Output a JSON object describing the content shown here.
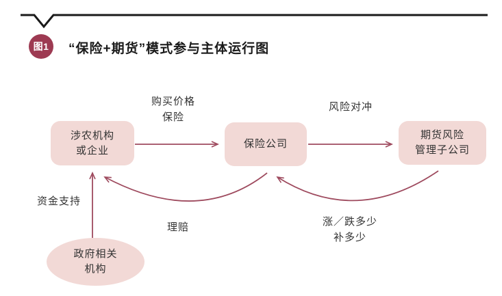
{
  "header": {
    "figure_badge": "图1",
    "title": "“保险+期货”模式参与主体运行图"
  },
  "colors": {
    "accent": "#9d3a52",
    "arrow": "#9e4a5e",
    "node_fill": "#f2d9d6",
    "rule": "#1a1a1a",
    "label_text": "#333333"
  },
  "diagram": {
    "node_agri": {
      "line1": "涉农机构",
      "line2": "或企业"
    },
    "node_insurer": {
      "line1": "保险公司"
    },
    "node_futures": {
      "line1": "期货风险",
      "line2": "管理子公司"
    },
    "node_gov": {
      "line1": "政府相关",
      "line2": "机构"
    },
    "label_buy": {
      "line1": "购买价格",
      "line2": "保险"
    },
    "label_hedge": "风险对冲",
    "label_fund": "资金支持",
    "label_claims": "理赔",
    "label_updown": {
      "line1": "涨／跌多少",
      "line2": "补多少"
    },
    "arrows": [
      {
        "name": "arrow-buy",
        "from": "涉农机构或企业",
        "to": "保险公司"
      },
      {
        "name": "arrow-hedge",
        "from": "保险公司",
        "to": "期货风险管理子公司"
      },
      {
        "name": "arrow-fund",
        "from": "政府相关机构",
        "to": "涉农机构或企业"
      },
      {
        "name": "arrow-claims",
        "from": "保险公司",
        "to": "涉农机构或企业"
      },
      {
        "name": "arrow-compensate",
        "from": "期货风险管理子公司",
        "to": "保险公司"
      }
    ]
  }
}
